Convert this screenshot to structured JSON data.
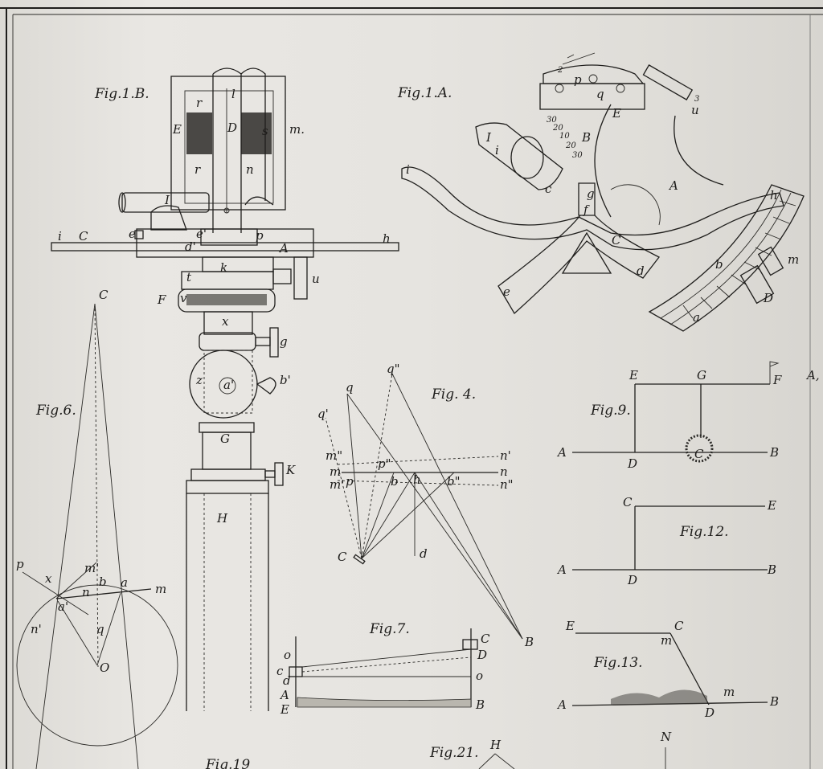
{
  "figures": {
    "fig1b": {
      "title": "Fig.1.B.",
      "labels": {
        "r1": "r",
        "l": "l",
        "D": "D",
        "E": "E",
        "s": "s",
        "m": "m.",
        "r2": "r",
        "n": "n",
        "I": "I",
        "i": "i",
        "C": "C",
        "e": "e",
        "e2": "e'",
        "d2": "d'",
        "p": "p",
        "A": "A",
        "h": "h",
        "k": "k",
        "t": "t",
        "u": "u",
        "F": "F",
        "v": "v",
        "x": "x",
        "g": "g",
        "z": "z",
        "a2": "a'",
        "b2": "b'",
        "G": "G",
        "K": "K",
        "H": "H"
      }
    },
    "fig1a": {
      "title": "Fig.1.A.",
      "labels": {
        "I": "I",
        "i": "i",
        "B": "B",
        "E": "E",
        "A": "A",
        "C": "C",
        "d": "d",
        "e": "e",
        "h": "h",
        "m": "m",
        "D": "D",
        "a": "a",
        "b": "b",
        "c": "c",
        "f": "f",
        "g": "g",
        "u": "u",
        "p": "p",
        "q": "q",
        "n30a": "30",
        "n20a": "20",
        "n10": "10",
        "n20b": "20",
        "n30b": "30",
        "n3": "3",
        "n2": "2"
      }
    },
    "fig4": {
      "title": "Fig. 4.",
      "labels": {
        "q": "q",
        "q1": "q'",
        "q2": "q\"",
        "m": "m",
        "m1": "m'",
        "m2": "m\"",
        "n": "n",
        "n1": "n'",
        "n2": "n\"",
        "p": "p",
        "p2": "p\"",
        "b": "b",
        "b2": "b\"",
        "h": "h",
        "C": "C",
        "d": "d",
        "B": "B"
      }
    },
    "fig6": {
      "title": "Fig.6.",
      "labels": {
        "C": "C",
        "p": "p",
        "x": "x",
        "m": "m",
        "m1": "m'",
        "n": "n",
        "n1": "n'",
        "a": "a",
        "a1": "a'",
        "b": "b",
        "O": "O",
        "q": "q"
      }
    },
    "fig7": {
      "title": "Fig.7.",
      "labels": {
        "C": "C",
        "D": "D",
        "o1": "o",
        "o2": "o",
        "c": "c",
        "d": "d",
        "A": "A",
        "E": "E",
        "B": "B"
      }
    },
    "fig9": {
      "title": "Fig.9.",
      "labels": {
        "E": "E",
        "G": "G",
        "F": "F",
        "A": "A",
        "D": "D",
        "C": "C",
        "B": "B"
      }
    },
    "fig12": {
      "title": "Fig.12.",
      "labels": {
        "C": "C",
        "E": "E",
        "A": "A",
        "D": "D",
        "B": "B"
      }
    },
    "fig13": {
      "title": "Fig.13.",
      "labels": {
        "E": "E",
        "C": "C",
        "m1": "m",
        "m2": "m",
        "A": "A",
        "D": "D",
        "B": "B"
      }
    },
    "fig19": {
      "title": "Fig.19"
    },
    "fig21": {
      "title": "Fig.21.",
      "labels": {
        "H": "H"
      }
    },
    "edge": {
      "N": "N",
      "A": "A,"
    }
  }
}
